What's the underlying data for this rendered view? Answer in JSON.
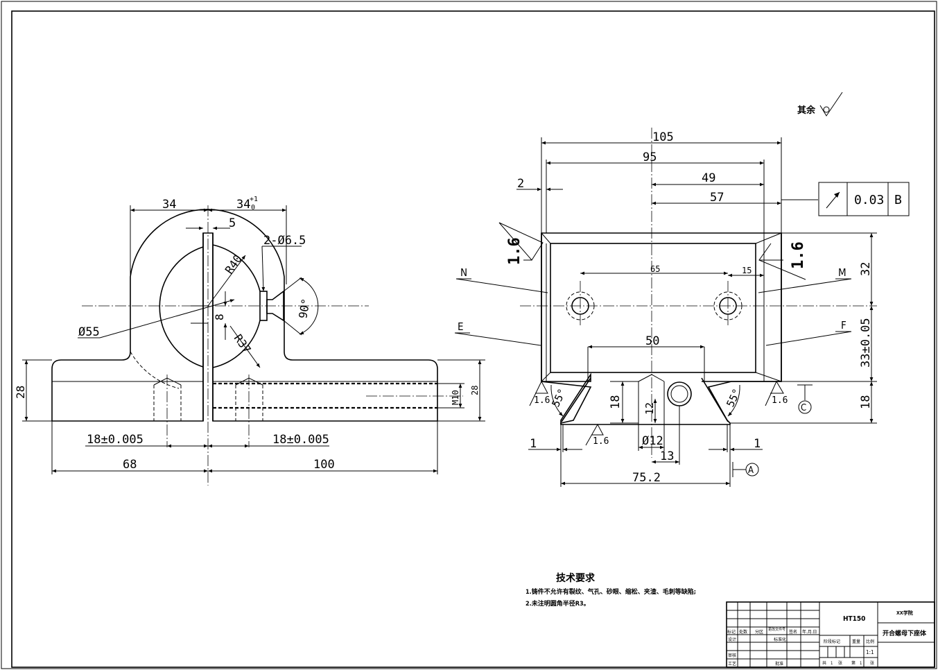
{
  "notes": {
    "title": "技术要求",
    "items": [
      "1.铸件不允许有裂纹、气孔、砂眼、缩松、夹渣、毛刺等缺陷;",
      "2.未注明圆角半径R3。"
    ]
  },
  "roughness_note": {
    "label": "其余"
  },
  "front_view": {
    "dims": {
      "d34": "34",
      "d34tol": "34",
      "d34tol_sup": "+1",
      "d34tol_sub": "0",
      "d5": "5",
      "holes": "2-Ø6.5",
      "r40": "R40",
      "d8": "8",
      "ang90": "90°",
      "r37": "R37",
      "dia55": "Ø55",
      "h28l": "28",
      "h28r": "28",
      "m10": "M10",
      "pos18l": "18±0.005",
      "pos18r": "18±0.005",
      "w68": "68",
      "w100": "100"
    }
  },
  "side_view": {
    "dims": {
      "w105": "105",
      "w95": "95",
      "d2": "2",
      "d49": "49",
      "d57": "57",
      "d65": "65",
      "d15": "15",
      "d50": "50",
      "d32": "32",
      "d33": "33±0.05",
      "d18r": "18",
      "d18l": "18",
      "d12v": "12",
      "dia12": "Ø12",
      "d13": "13",
      "d1l": "1",
      "d1r": "1",
      "w752": "75.2",
      "ang55l": "55°",
      "ang55r": "55°",
      "rough_l": "1.6",
      "rough_r": "1.6",
      "rough_bl": "1.6",
      "rough_br": "1.6",
      "rough_bm": "1.6"
    },
    "labels": {
      "N": "N",
      "M": "M",
      "E": "E",
      "F": "F"
    },
    "datums": {
      "A": "A",
      "C": "C"
    },
    "tolerance_frame": {
      "value": "0.03",
      "datum": "B"
    }
  },
  "title_block": {
    "material": "HT150",
    "school": "XX学院",
    "part_name": "开合螺母下座体",
    "col_labels": [
      "标记",
      "处数",
      "分区",
      "更改文件号",
      "签名",
      "年.月.日"
    ],
    "row_design": "设计",
    "row_standard": "标准化",
    "row_review": "审核",
    "row_process": "工艺",
    "row_approve": "批准",
    "stage_label": "阶段标记",
    "weight_label": "重量",
    "scale_label": "比例",
    "scale": "1:1",
    "sheets_total_prefix": "共",
    "sheets_total": "1",
    "sheets_total_suffix": "张",
    "sheet_no_prefix": "第",
    "sheet_no": "1",
    "sheet_no_suffix": "张"
  }
}
